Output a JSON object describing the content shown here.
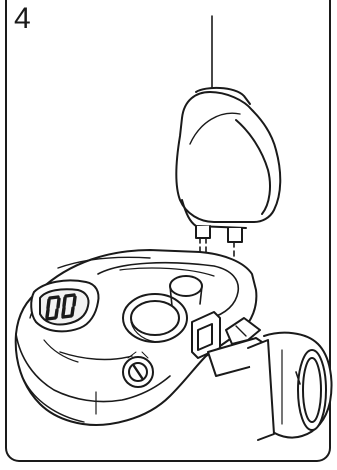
{
  "step": {
    "number": "4"
  },
  "caption": {
    "partial_text": ""
  },
  "colors": {
    "line": "#1a1a1a",
    "fill": "#ffffff",
    "shade": "#e6e6e6"
  },
  "icons": [
    "cap-part",
    "device-body",
    "arrow-down",
    "display-digits",
    "dial-knob",
    "outlet-tube"
  ]
}
